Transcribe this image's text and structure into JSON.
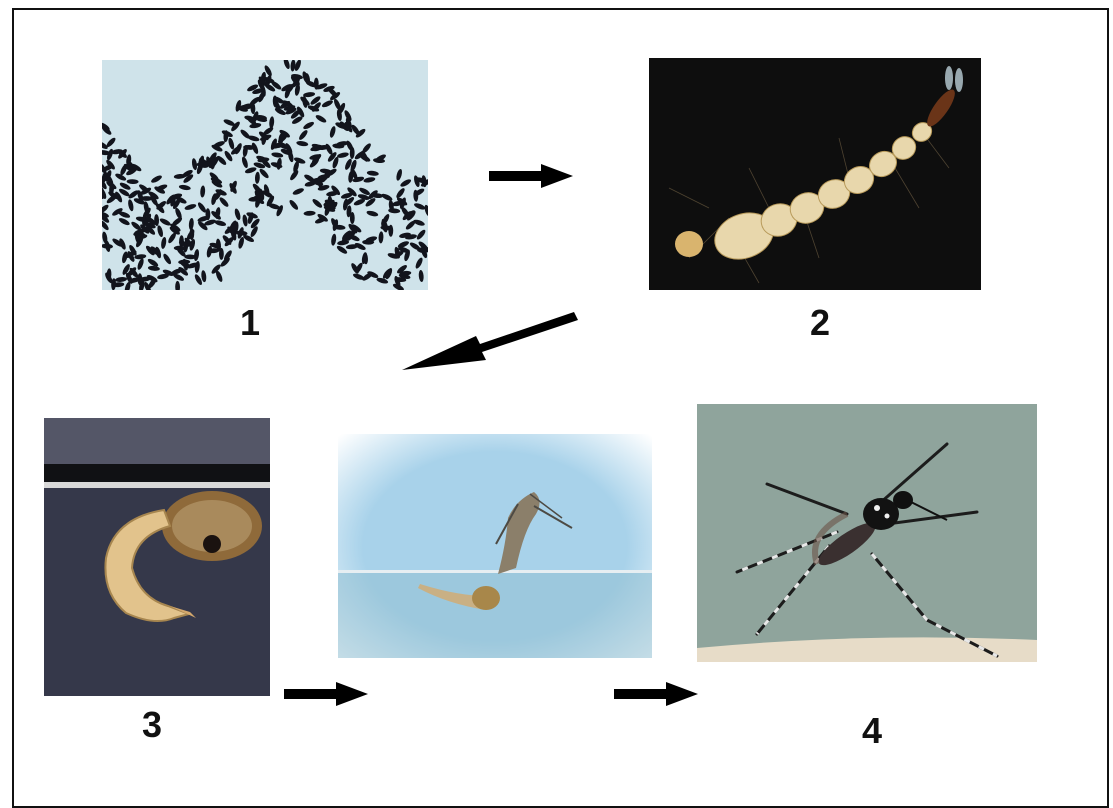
{
  "stages": [
    {
      "id": "eggs",
      "label": "1"
    },
    {
      "id": "larva",
      "label": "2"
    },
    {
      "id": "pupa",
      "label": "3"
    },
    {
      "id": "emerging-adult",
      "label": ""
    },
    {
      "id": "adult",
      "label": "4"
    }
  ],
  "colors": {
    "arrow": "#000000",
    "eggs_bg": "#cfe3ea",
    "larva_bg": "#0e0e0e",
    "pupa_bg": "#3a3d4a",
    "emerging_bg": "#a8d2ea",
    "adult_bg": "#8fa49c"
  }
}
